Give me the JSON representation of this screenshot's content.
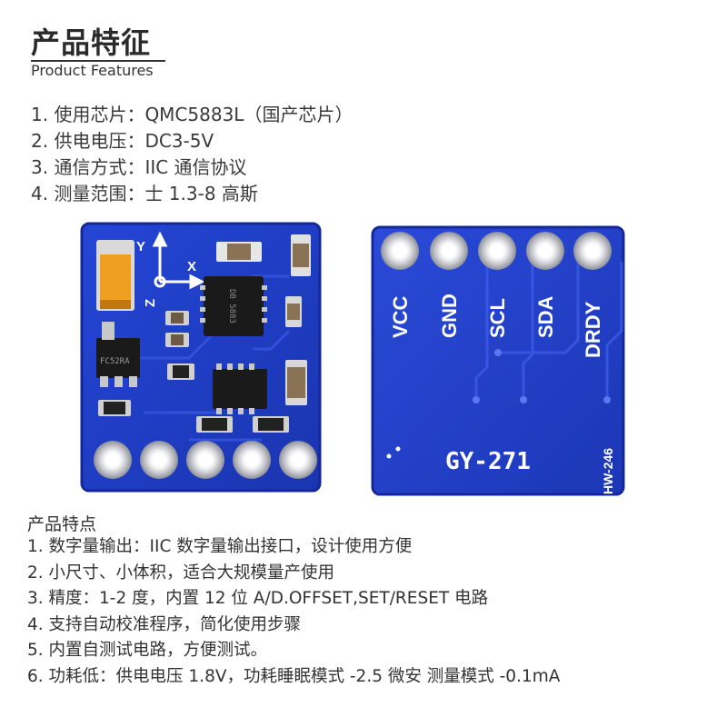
{
  "header": {
    "title_cn": "产品特征",
    "title_en": "Product Features"
  },
  "specs": [
    "1. 使用芯片：QMC5883L（国产芯片）",
    "2. 供电电压：DC3-5V",
    "3. 通信方式：IIC 通信协议",
    "4. 测量范围：士 1.3-8 高斯"
  ],
  "board_left": {
    "axis_labels": [
      "Y",
      "X",
      "Z"
    ],
    "chip_marking": "DB 5883",
    "regulator_marking": "FC52RA"
  },
  "board_right": {
    "pins": [
      "VCC",
      "GND",
      "SCL",
      "SDA",
      "DRDY"
    ],
    "model": "GY-271",
    "version": "HW-246"
  },
  "features": {
    "heading": "产品特点",
    "items": [
      "1. 数字量输出：IIC 数字量输出接口，设计使用方便",
      "2. 小尺寸、小体积，适合大规模量产使用",
      "3. 精度：1-2 度，内置 12 位 A/D.OFFSET,SET/RESET 电路",
      "4. 支持自动校准程序，简化使用步骤",
      "5. 内置自测试电路，方便测试。",
      "6. 功耗低：供电电压 1.8V，功耗睡眠模式 -2.5 微安 测量模式 -0.1mA"
    ]
  },
  "colors": {
    "pcb_blue": "#1f3fc4",
    "pcb_edge": "#14279a",
    "pad_silver": "#d8d8dc",
    "ic_black": "#1a1a1a"
  }
}
